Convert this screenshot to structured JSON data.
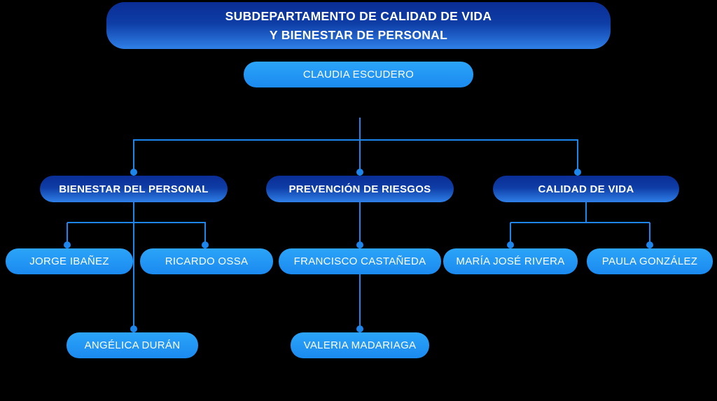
{
  "diagram": {
    "title_lines": [
      "SUBDEPARTAMENTO DE CALIDAD DE VIDA",
      "Y BIENESTAR DE PERSONAL"
    ],
    "director": "CLAUDIA ESCUDERO",
    "branches": [
      {
        "label": "BIENESTAR DEL PERSONAL",
        "members": [
          "JORGE IBAÑEZ",
          "RICARDO OSSA"
        ],
        "secondary": "ANGÉLICA DURÁN"
      },
      {
        "label": "PREVENCIÓN DE RIESGOS",
        "members": [
          "FRANCISCO CASTAÑEDA"
        ],
        "secondary": "VALERIA MADARIAGA"
      },
      {
        "label": "CALIDAD DE VIDA",
        "members": [
          "MARÍA JOSÉ RIVERA",
          "PAULA GONZÁLEZ"
        ]
      }
    ]
  },
  "colors": {
    "background": "#000000",
    "dark_node_top": "#0a2d94",
    "dark_node_bottom": "#2f80e8",
    "light_node": "#2196f3",
    "connector": "#1d86ec",
    "text": "#ffffff"
  }
}
